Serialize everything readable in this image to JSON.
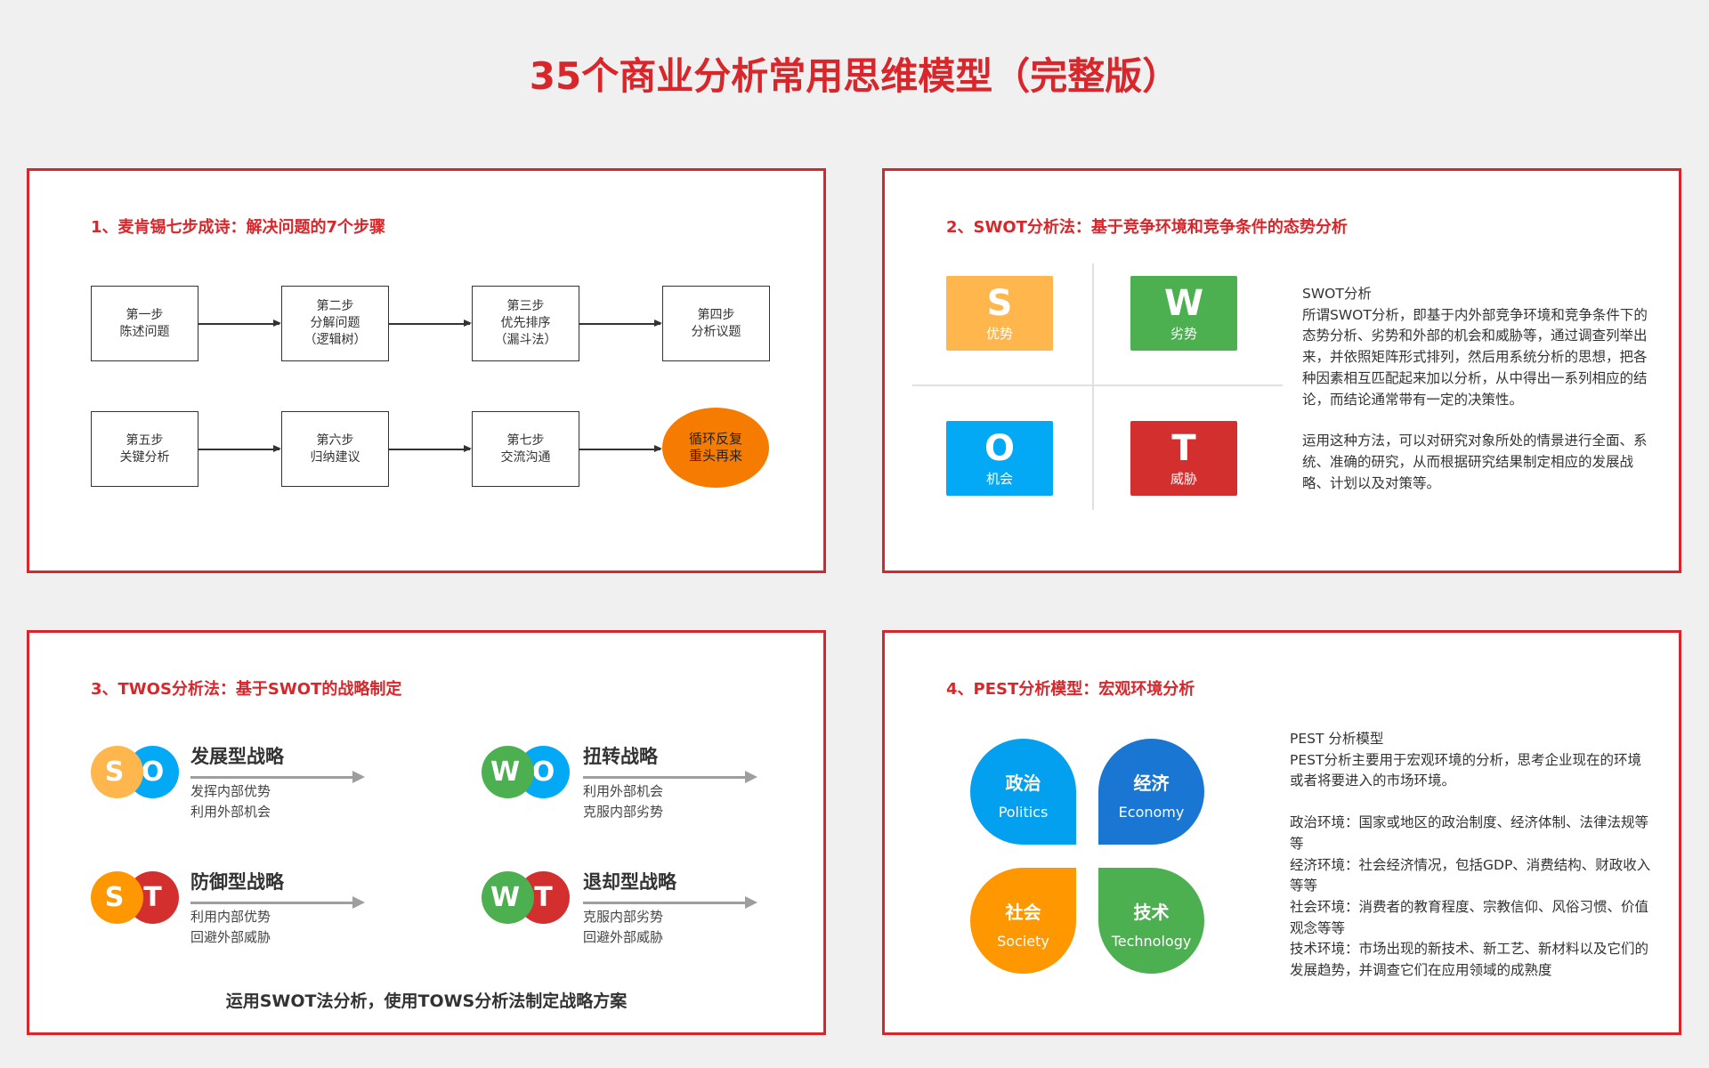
{
  "title": "35个商业分析常用思维模型（完整版）",
  "colors": {
    "accent": "#d8262b",
    "orange": "#f57c00",
    "s": "#ffb74d",
    "w": "#4caf50",
    "o": "#03a9f4",
    "t": "#d32f2f"
  },
  "panel1": {
    "heading": "1、麦肯锡七步成诗：解决问题的7个步骤",
    "steps": [
      "第一步\n陈述问题",
      "第二步\n分解问题\n（逻辑树）",
      "第三步\n优先排序\n（漏斗法）",
      "第四步\n分析议题",
      "第五步\n关键分析",
      "第六步\n归纳建议",
      "第七步\n交流沟通"
    ],
    "loop": "循环反复\n重头再来"
  },
  "panel2": {
    "heading": "2、SWOT分析法：基于竞争环境和竞争条件的态势分析",
    "quadrants": [
      {
        "letter": "S",
        "label": "优势"
      },
      {
        "letter": "W",
        "label": "劣势"
      },
      {
        "letter": "O",
        "label": "机会"
      },
      {
        "letter": "T",
        "label": "威胁"
      }
    ],
    "text_title": "SWOT分析",
    "text_p1": "所谓SWOT分析，即基于内外部竞争环境和竞争条件下的态势分析、劣势和外部的机会和威胁等，通过调查列举出来，并依照矩阵形式排列，然后用系统分析的思想，把各种因素相互匹配起来加以分析，从中得出一系列相应的结论，而结论通常带有一定的决策性。",
    "text_p2": "运用这种方法，可以对研究对象所处的情景进行全面、系统、准确的研究，从而根据研究结果制定相应的发展战略、计划以及对策等。"
  },
  "panel3": {
    "heading": "3、TWOS分析法：基于SWOT的战略制定",
    "strategies": [
      {
        "a": "S",
        "b": "O",
        "title": "发展型战略",
        "lines": "发挥内部优势\n利用外部机会"
      },
      {
        "a": "W",
        "b": "O",
        "title": "扭转战略",
        "lines": "利用外部机会\n克服内部劣势"
      },
      {
        "a": "S",
        "b": "T",
        "title": "防御型战略",
        "lines": "利用内部优势\n回避外部威胁"
      },
      {
        "a": "W",
        "b": "T",
        "title": "退却型战略",
        "lines": "克服内部劣势\n回避外部威胁"
      }
    ],
    "footer": "运用SWOT法分析，使用TOWS分析法制定战略方案"
  },
  "panel4": {
    "heading": "4、PEST分析模型：宏观环境分析",
    "petals": [
      {
        "cn": "政治",
        "en": "Politics",
        "color": "#03a0f0"
      },
      {
        "cn": "经济",
        "en": "Economy",
        "color": "#1976d2"
      },
      {
        "cn": "社会",
        "en": "Society",
        "color": "#ff9800"
      },
      {
        "cn": "技术",
        "en": "Technology",
        "color": "#4caf50"
      }
    ],
    "text_title": "PEST 分析模型",
    "text_intro": "PEST分析主要用于宏观环境的分析，思考企业现在的环境或者将要进入的市场环境。",
    "items": [
      "政治环境：国家或地区的政治制度、经济体制、法律法规等等",
      "经济环境：社会经济情况，包括GDP、消费结构、财政收入等等",
      "社会环境：消费者的教育程度、宗教信仰、风俗习惯、价值观念等等",
      "技术环境：市场出现的新技术、新工艺、新材料以及它们的发展趋势，并调查它们在应用领域的成熟度"
    ]
  }
}
